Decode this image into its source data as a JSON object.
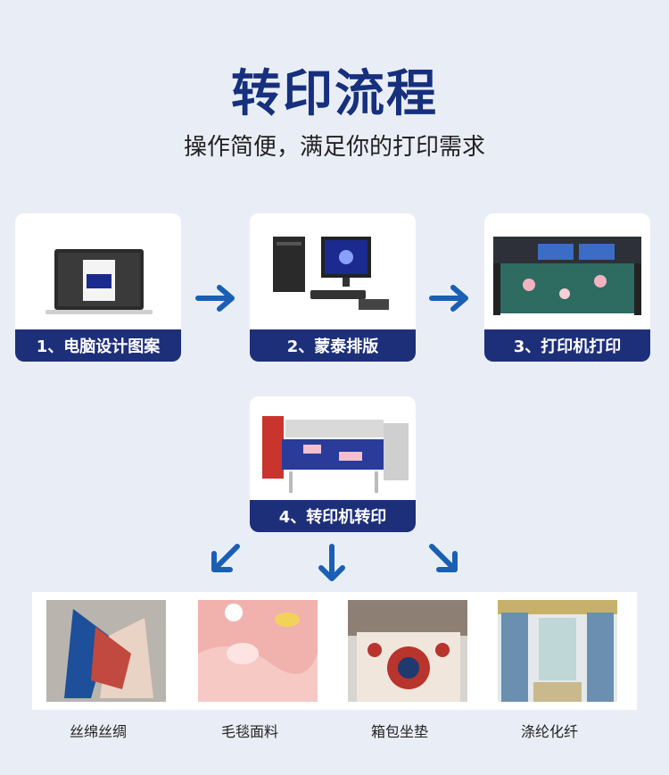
{
  "header": {
    "title": "转印流程",
    "subtitle": "操作简便，满足你的打印需求"
  },
  "steps": [
    {
      "label": "1、电脑设计图案",
      "icon": "laptop-icon"
    },
    {
      "label": "2、蒙泰排版",
      "icon": "desktop-computer-icon"
    },
    {
      "label": "3、打印机打印",
      "icon": "printer-icon"
    },
    {
      "label": "4、转印机转印",
      "icon": "heat-press-machine-icon"
    }
  ],
  "products": [
    {
      "label": "丝绵丝绸",
      "icon": "silk-scarf-icon"
    },
    {
      "label": "毛毯面料",
      "icon": "blanket-fabric-icon"
    },
    {
      "label": "箱包坐垫",
      "icon": "carpet-cushion-icon"
    },
    {
      "label": "涤纶化纤",
      "icon": "curtain-icon"
    }
  ],
  "colors": {
    "accent": "#1e2f7a",
    "title": "#16307e",
    "arrow": "#1a5fb4",
    "background": "#e9eef6"
  }
}
